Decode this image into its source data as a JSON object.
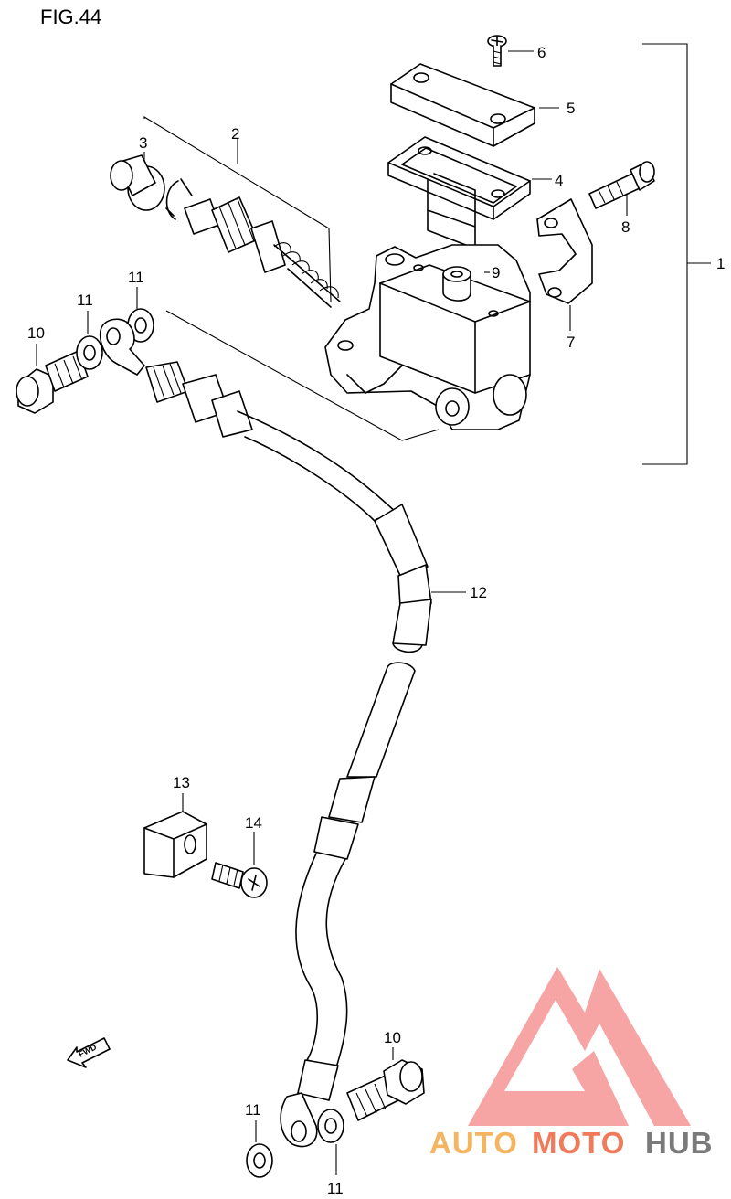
{
  "figure": {
    "title": "FIG.44"
  },
  "callouts": {
    "c1": "1",
    "c2": "2",
    "c3": "3",
    "c4": "4",
    "c5": "5",
    "c6": "6",
    "c7": "7",
    "c8": "8",
    "c9": "9",
    "c10a": "10",
    "c11a": "11",
    "c11b": "11",
    "c12": "12",
    "c13": "13",
    "c14": "14",
    "c10b": "10",
    "c11c": "11",
    "c11d": "11"
  },
  "direction_arrow": {
    "label": "FWD"
  },
  "watermark": {
    "word_auto": "AUTO",
    "word_moto": "MOTO",
    "word_hub": "HUB",
    "color_auto": "#f5b45f",
    "color_moto": "#f07a5a",
    "color_hub": "#7a7a7a",
    "logo_color": "#f05a5a"
  }
}
